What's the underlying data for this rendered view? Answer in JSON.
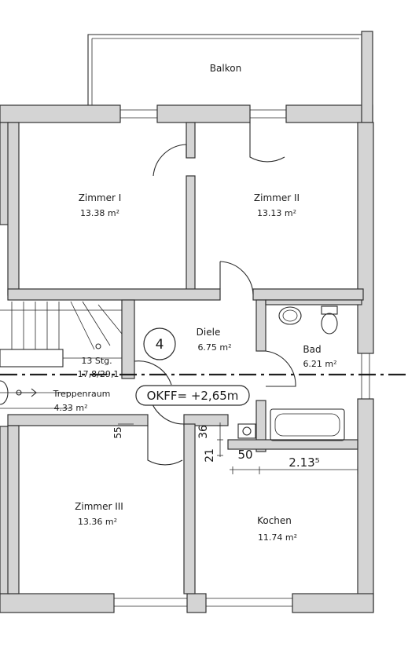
{
  "rooms": {
    "balkon": {
      "name": "Balkon"
    },
    "zimmer1": {
      "name": "Zimmer I",
      "area": "13.38 m²"
    },
    "zimmer2": {
      "name": "Zimmer II",
      "area": "13.13 m²"
    },
    "diele": {
      "name": "Diele",
      "area": "6.75 m²"
    },
    "bad": {
      "name": "Bad",
      "area": "6.21 m²"
    },
    "treppenraum": {
      "name": "Treppenraum",
      "area": "4.33 m²"
    },
    "zimmer3": {
      "name": "Zimmer III",
      "area": "13.36 m²"
    },
    "kochen": {
      "name": "Kochen",
      "area": "11.74 m²"
    }
  },
  "unit_number": "4",
  "stairs": {
    "steps": "13 Stg.",
    "rise": "17,8/29,1"
  },
  "level_mark": "OKFF= +2,65m",
  "dimensions": {
    "d55": "55",
    "d36": "36",
    "d21": "21",
    "d50": "50",
    "d2135": "2.13⁵"
  }
}
